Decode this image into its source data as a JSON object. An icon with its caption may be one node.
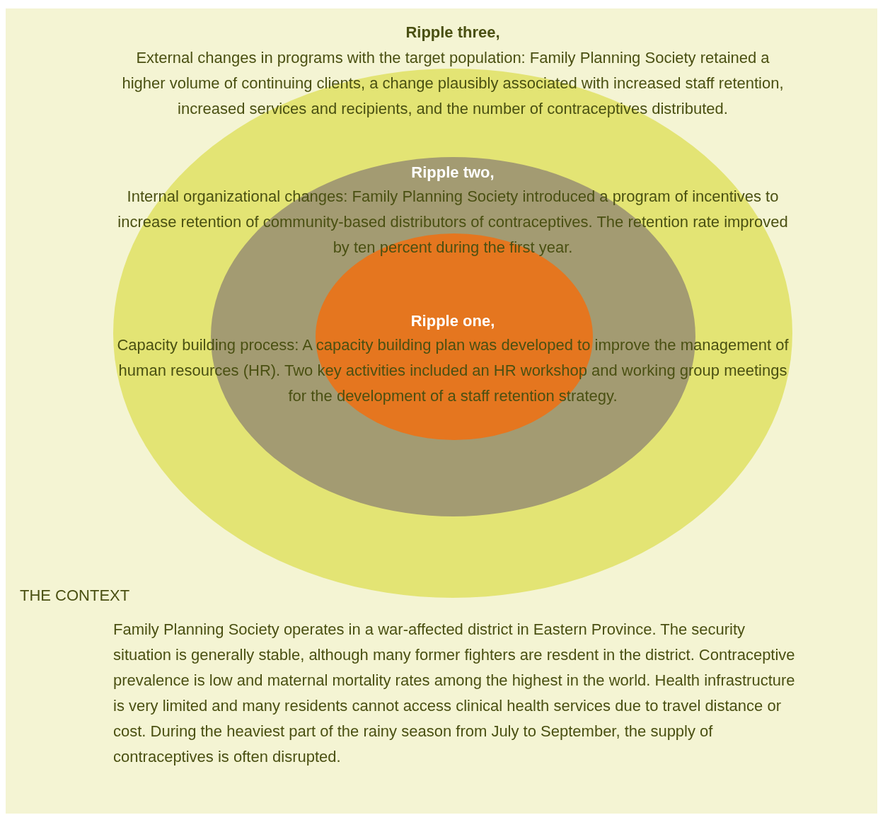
{
  "diagram": {
    "nodes": [
      {
        "text": [
          "THE CONTEXT",
          "Family Planning Society operates in a war-affected district in Eastern Province. The security situation is generally stable, although many former fighters are resdent in the district. Contraceptive prevalence is low and maternal mortality rates among the highest in the world. Health infrastructure is very limited and many residents cannot access clinical health services due to travel distance or cost. During the heaviest part of the rainy season from July to September, the supply of contraceptives is often disrupted."
        ]
      },
      {
        "text": [
          "Ripple three,",
          "External changes in programs with the target population:  Family Planning Society retained a higher volume of continuing clients, a change plausibly associated with increased staff retention, increased services and recipients, and the number of contraceptives distributed."
        ],
        "in": 0
      },
      {
        "text": [
          "Ripple two,",
          "Internal organizational changes: Family Planning Society introduced a program of incentives to increase retention of community-based distributors of contraceptives. The retention rate improved by ten percent during the first year."
        ],
        "in": 1
      },
      {
        "text": [
          "Ripple one,",
          "Capacity building process: A capacity building plan was developed to improve the management of human resources (HR). Two key activities included an HR workshop and working group meetings for the development of a staff retention strategy."
        ],
        "in": 2
      }
    ]
  }
}
